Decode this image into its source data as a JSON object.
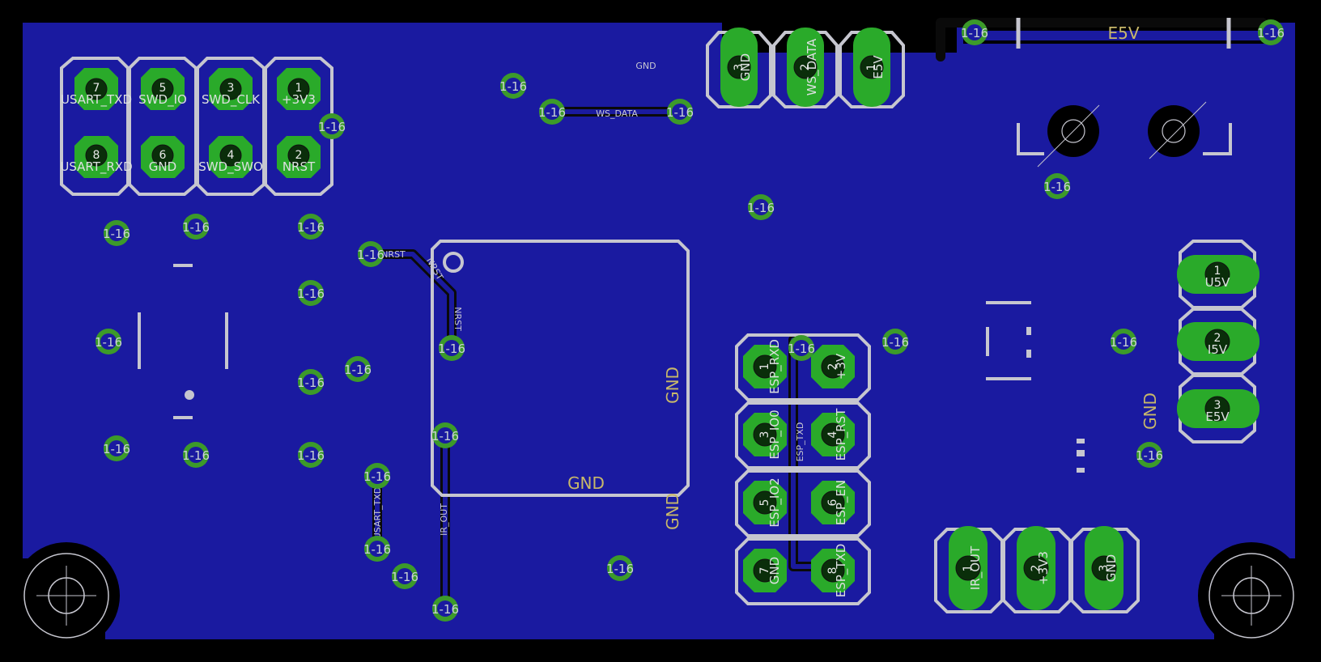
{
  "board": {
    "substrate_color": "#1a1aa0",
    "background_color": "#000000",
    "silkscreen_color": "#c6c6cf",
    "pad_color": "#2aaa2a"
  },
  "swd_header": {
    "pins": [
      {
        "num": "7",
        "name": "USART_TXD"
      },
      {
        "num": "5",
        "name": "SWD_IO"
      },
      {
        "num": "3",
        "name": "SWD_CLK"
      },
      {
        "num": "1",
        "name": "+3V3"
      },
      {
        "num": "8",
        "name": "USART_RXD"
      },
      {
        "num": "6",
        "name": "GND"
      },
      {
        "num": "4",
        "name": "SWD_SWO"
      },
      {
        "num": "2",
        "name": "NRST"
      }
    ]
  },
  "ws_connector": {
    "pins": [
      {
        "num": "3",
        "name": "GND"
      },
      {
        "num": "2",
        "name": "WS_DATA"
      },
      {
        "num": "1",
        "name": "E5V"
      }
    ]
  },
  "power_connector": {
    "pins": [
      {
        "num": "1",
        "name": "U5V"
      },
      {
        "num": "2",
        "name": "I5V"
      },
      {
        "num": "3",
        "name": "E5V"
      }
    ]
  },
  "esp_header": {
    "pins": [
      {
        "num": "1",
        "name": "ESP_RXD"
      },
      {
        "num": "2",
        "name": "+3V"
      },
      {
        "num": "3",
        "name": "ESP_IO0"
      },
      {
        "num": "4",
        "name": "ESP_RST"
      },
      {
        "num": "5",
        "name": "ESP_IO2"
      },
      {
        "num": "6",
        "name": "ESP_EN"
      },
      {
        "num": "7",
        "name": "GND"
      },
      {
        "num": "8",
        "name": "ESP_TXD"
      }
    ]
  },
  "ir_connector": {
    "pins": [
      {
        "num": "1",
        "name": "IR_OUT"
      },
      {
        "num": "2",
        "name": "+3V3"
      },
      {
        "num": "3",
        "name": "GND"
      }
    ]
  },
  "via_label": "1-16",
  "labels": {
    "gnd_top": "GND",
    "ws_data_trace": "WS_DATA",
    "e5v_bar": "E5V",
    "nrst_trace": "NRST",
    "nrst_trace_2": "NRST",
    "nrst_trace_3": "NRST",
    "usart_txd_trace": "USART_TXD",
    "ir_out_trace": "IR_OUT",
    "esp_txd_trace": "ESP_TXD",
    "gnd_chip_right": "GND",
    "gnd_chip_bottom": "GND",
    "gnd_chip_corner": "GND",
    "gnd_power": "GND"
  }
}
